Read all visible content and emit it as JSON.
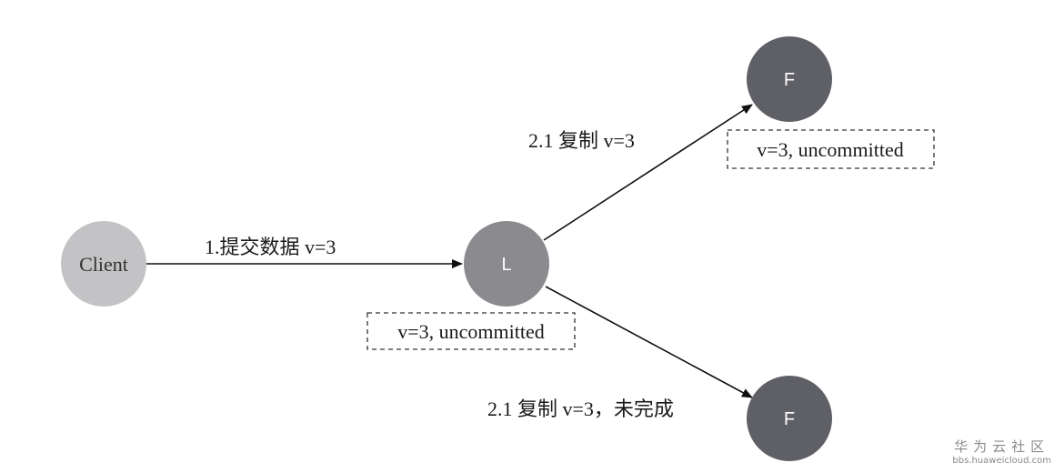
{
  "nodes": {
    "client": {
      "label": "Client"
    },
    "leader": {
      "label": "L"
    },
    "follower_top": {
      "label": "F"
    },
    "follower_bottom": {
      "label": "F"
    }
  },
  "edges": {
    "submit": {
      "label": "1.提交数据 v=3"
    },
    "replicate_top": {
      "label": "2.1 复制 v=3"
    },
    "replicate_bottom": {
      "label": "2.1 复制 v=3，未完成"
    }
  },
  "states": {
    "leader": "v=3, uncommitted",
    "follower_top": "v=3, uncommitted"
  },
  "watermark": {
    "title": "华为云社区",
    "url": "bbs.huaweicloud.com"
  },
  "colors": {
    "client_fill": "#c3c3c5",
    "leader_fill": "#8a8a8f",
    "follower_fill": "#5f5f66",
    "arrow": "#111111"
  }
}
